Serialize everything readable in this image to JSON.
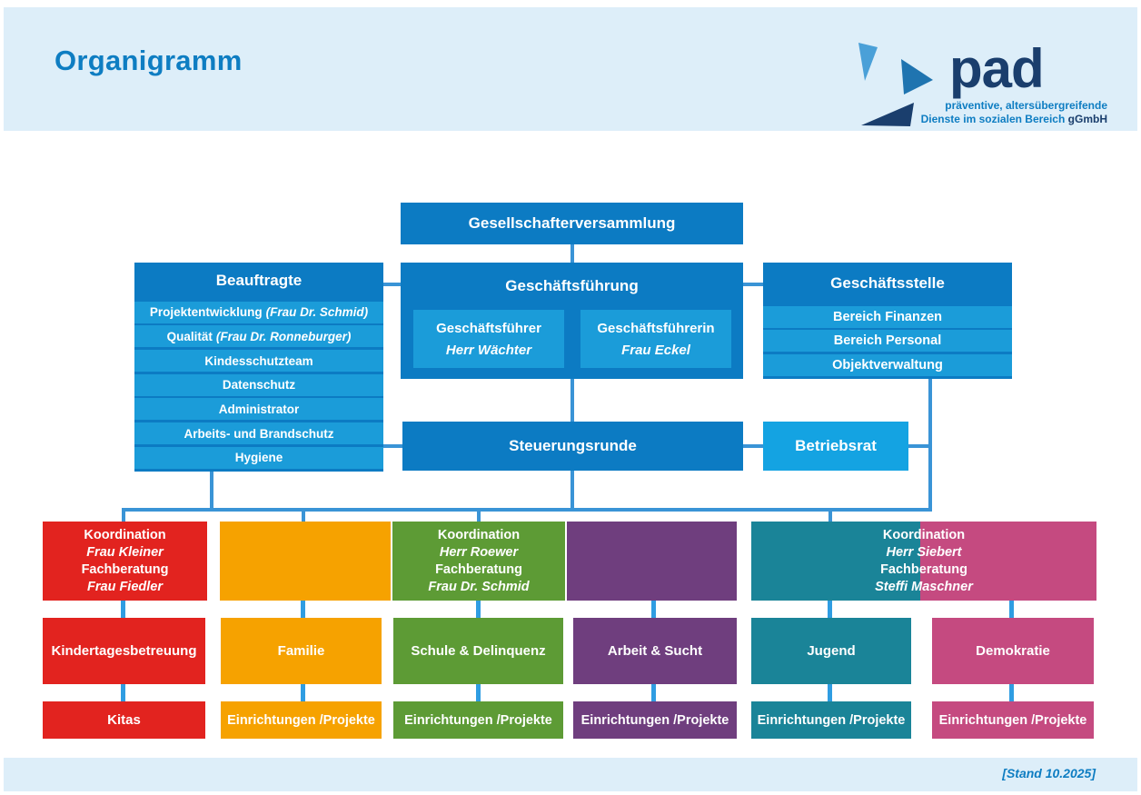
{
  "page": {
    "title": "Organigramm",
    "stand": "[Stand 10.2025]"
  },
  "logo": {
    "word": "pad",
    "tagline1": "präventive, altersübergreifende",
    "tagline2": "Dienste im sozialen Bereich",
    "suffix": "gGmbH"
  },
  "colors": {
    "band": "#ddeef9",
    "primary_blue": "#0c7bc3",
    "light_blue": "#1b9cd9",
    "betriebsrat_blue": "#14a3e2",
    "connector_blue": "#3a94d6",
    "title_blue": "#0e7dc2",
    "logo_navy": "#1a3e6d",
    "red": "#e2231f",
    "orange": "#f6a200",
    "green": "#5d9b35",
    "purple": "#6f3e7e",
    "teal": "#1a8498",
    "pink": "#c54a80"
  },
  "org": {
    "gesellschafterversammlung": "Gesellschafterversammlung",
    "beauftragte": {
      "title": "Beauftragte",
      "rows": [
        {
          "label": "Projektentwicklung",
          "person": "(Frau Dr. Schmid)"
        },
        {
          "label": "Qualität",
          "person": "(Frau Dr. Ronneburger)"
        },
        {
          "label": "Kindesschutzteam",
          "person": ""
        },
        {
          "label": "Datenschutz",
          "person": ""
        },
        {
          "label": "Administrator",
          "person": ""
        },
        {
          "label": "Arbeits- und Brandschutz",
          "person": ""
        },
        {
          "label": "Hygiene",
          "person": ""
        }
      ]
    },
    "geschaeftsfuehrung": {
      "title": "Geschäftsführung",
      "members": [
        {
          "role": "Geschäftsführer",
          "name": "Herr Wächter"
        },
        {
          "role": "Geschäftsführerin",
          "name": "Frau Eckel"
        }
      ]
    },
    "geschaeftsstelle": {
      "title": "Geschäftsstelle",
      "rows": [
        "Bereich Finanzen",
        "Bereich Personal",
        "Objektverwaltung"
      ]
    },
    "steuerungsrunde": "Steuerungsrunde",
    "betriebsrat": "Betriebsrat",
    "koordination": {
      "kindertagesbetreuung": {
        "role1": "Koordination",
        "name1": "Frau Kleiner",
        "role2": "Fachberatung",
        "name2": "Frau Fiedler"
      },
      "schule": {
        "role1": "Koordination",
        "name1": "Herr Roewer",
        "role2": "Fachberatung",
        "name2": "Frau Dr. Schmid"
      },
      "jugend_demokratie": {
        "role1": "Koordination",
        "name1": "Herr Siebert",
        "role2": "Fachberatung",
        "name2": "Steffi Maschner"
      }
    },
    "bereiche": [
      "Kindertagesbetreuung",
      "Familie",
      "Schule & Delinquenz",
      "Arbeit & Sucht",
      "Jugend",
      "Demokratie"
    ],
    "unterebene": [
      "Kitas",
      "Einrichtungen /Projekte",
      "Einrichtungen /Projekte",
      "Einrichtungen /Projekte",
      "Einrichtungen /Projekte",
      "Einrichtungen /Projekte"
    ]
  }
}
